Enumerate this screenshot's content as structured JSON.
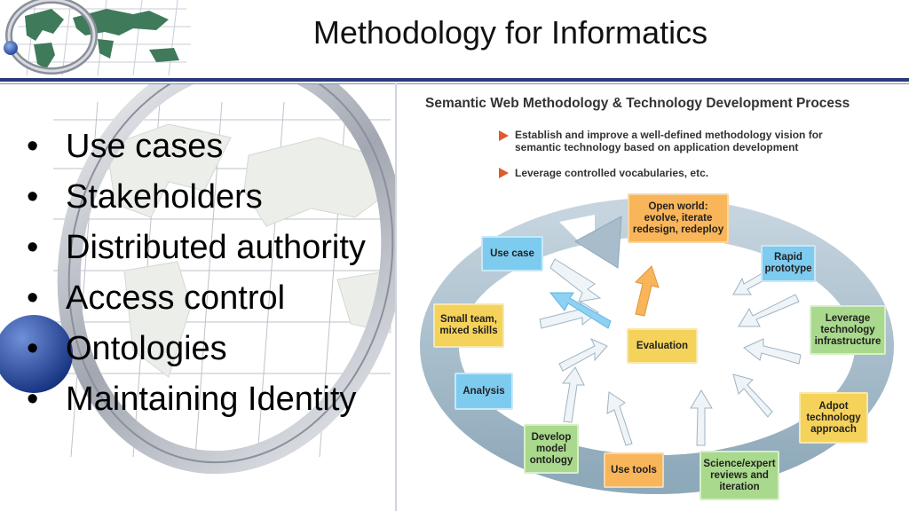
{
  "slide": {
    "title": "Methodology for Informatics",
    "bullets": [
      "Use cases",
      "Stakeholders",
      "Distributed authority",
      "Access control",
      "Ontologies",
      "Maintaining Identity"
    ]
  },
  "figure": {
    "title": "Semantic Web Methodology & Technology Development Process",
    "points": [
      [
        "Establish and improve a well-defined methodology vision for",
        "semantic technology based on application development"
      ],
      [
        "Leverage controlled vocabularies, etc."
      ]
    ],
    "nodes": {
      "open_world": [
        "Open world:",
        "evolve, iterate",
        "redesign, redeploy"
      ],
      "rapid_prototype": [
        "Rapid",
        "prototype"
      ],
      "leverage_infra": [
        "Leverage",
        "technology",
        "infrastructure"
      ],
      "adopt_approach": [
        "Adpot",
        "technology",
        "approach"
      ],
      "science_reviews": [
        "Science/expert",
        "reviews and",
        "iteration"
      ],
      "use_tools": [
        "Use tools"
      ],
      "develop_model": [
        "Develop",
        "model",
        "ontology"
      ],
      "analysis": [
        "Analysis"
      ],
      "small_team": [
        "Small team,",
        "mixed skills"
      ],
      "use_case": [
        "Use case"
      ],
      "evaluation": [
        "Evaluation"
      ]
    },
    "colors": {
      "orange": "#f8b55a",
      "blue": "#7ecbf0",
      "green": "#a9d98c",
      "yellow": "#f5d25a",
      "ring": "#9fb6c6",
      "accent": "#e05a2a"
    }
  }
}
